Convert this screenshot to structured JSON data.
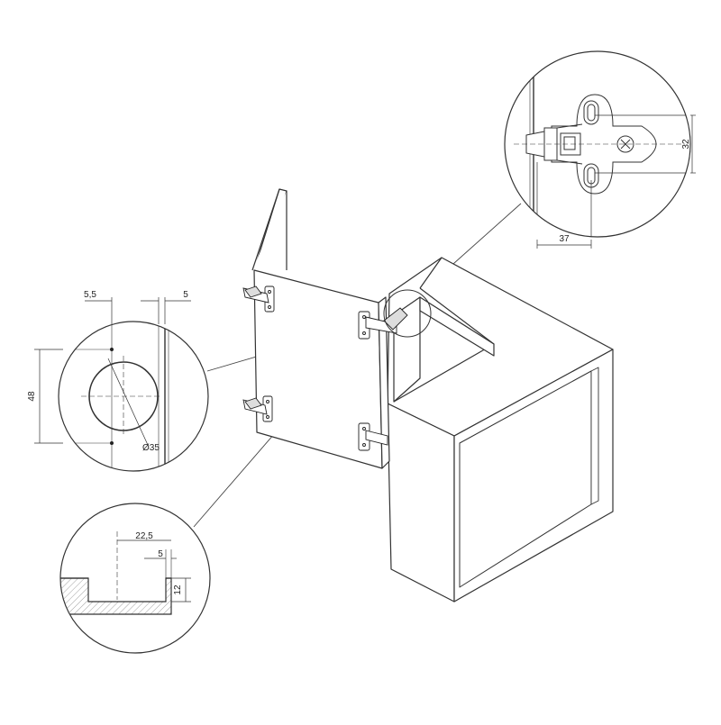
{
  "diagram": {
    "dimensions": {
      "top_detail": {
        "width_label": "37",
        "height_label": "32"
      },
      "left_detail": {
        "edge_offset": "5,5",
        "right_offset": "5",
        "spacing": "48",
        "diameter": "Ø35"
      },
      "bottom_detail": {
        "width": "22,5",
        "offset": "5",
        "depth": "12"
      }
    }
  }
}
